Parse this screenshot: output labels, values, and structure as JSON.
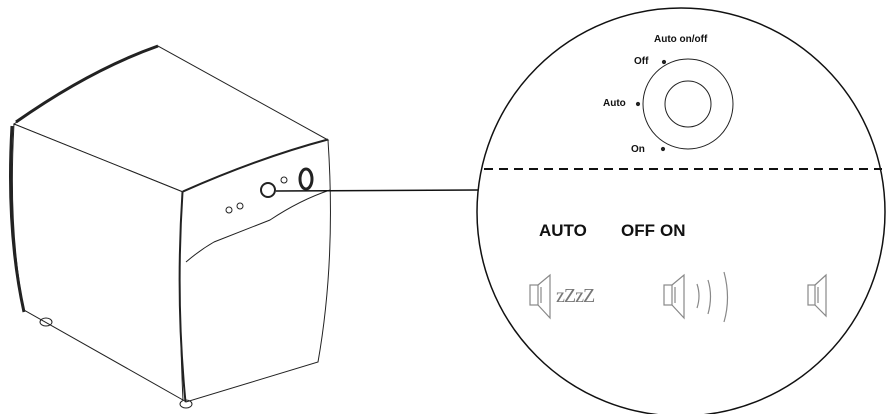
{
  "dial": {
    "title": "Auto on/off",
    "positions": [
      "Off",
      "Auto",
      "On"
    ]
  },
  "modes": {
    "labels": [
      "AUTO",
      "OFF",
      "ON"
    ],
    "icons": [
      "speaker-sleep-icon",
      "speaker-sound-icon",
      "speaker-mute-icon"
    ],
    "sleep_text": "zZzZ"
  }
}
